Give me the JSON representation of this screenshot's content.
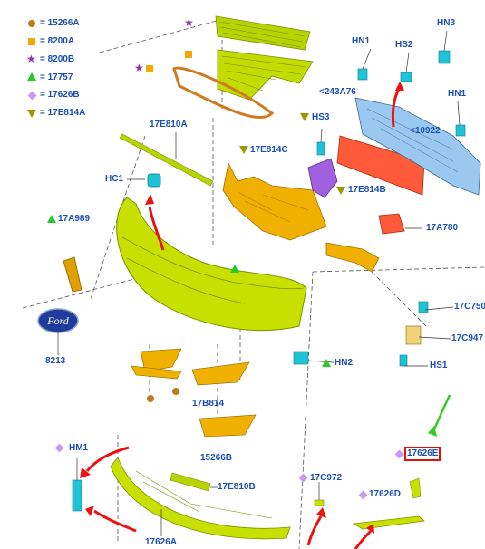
{
  "legend": [
    {
      "symbol": "circle",
      "color": "#c07a1a",
      "text": "= 15266A"
    },
    {
      "symbol": "square",
      "color": "#f5a800",
      "text": "= 8200A"
    },
    {
      "symbol": "star",
      "color": "#9b2fb0",
      "text": "= 8200B"
    },
    {
      "symbol": "triangle-up",
      "color": "#22cc22",
      "text": "= 17757"
    },
    {
      "symbol": "diamond",
      "color": "#c89af0",
      "text": "= 17626B"
    },
    {
      "symbol": "triangle-down",
      "color": "#999900",
      "text": "= 17E814A"
    }
  ],
  "labels": {
    "hn1_top": "HN1",
    "hs2": "HS2",
    "hn3": "HN3",
    "c243a76": "<243A76",
    "hn1_right": "HN1",
    "c10922": "<10922",
    "hs3": "HS3",
    "e17e814c": "17E814C",
    "e17e814b": "17E814B",
    "e17e810a": "17E810A",
    "hc1": "HC1",
    "a17a989": "17A989",
    "a17a780": "17A780",
    "logo_8213": "8213",
    "c17c750": "17C750",
    "c17c947": "17C947",
    "hs1": "HS1",
    "hn2": "HN2",
    "b17b814": "17B814",
    "p15266b": "15266B",
    "hm1": "HM1",
    "e17e810b": "17E810B",
    "c17c972": "17C972",
    "p17626a": "17626A",
    "p17626d": "17626D",
    "p17626e": "17626E"
  },
  "colors": {
    "label": "#1a4fb4",
    "bumper": "#c8e000",
    "absorber": "#f0a800",
    "reinforcement": "#ff5a3a",
    "bracket_blue": "#9ac8f0",
    "clip_cyan": "#1fc3d6",
    "clip_purple": "#a060e0",
    "arrow_red": "#ee1111",
    "arrow_green": "#33cc22"
  },
  "logo": {
    "text": "Ford"
  }
}
